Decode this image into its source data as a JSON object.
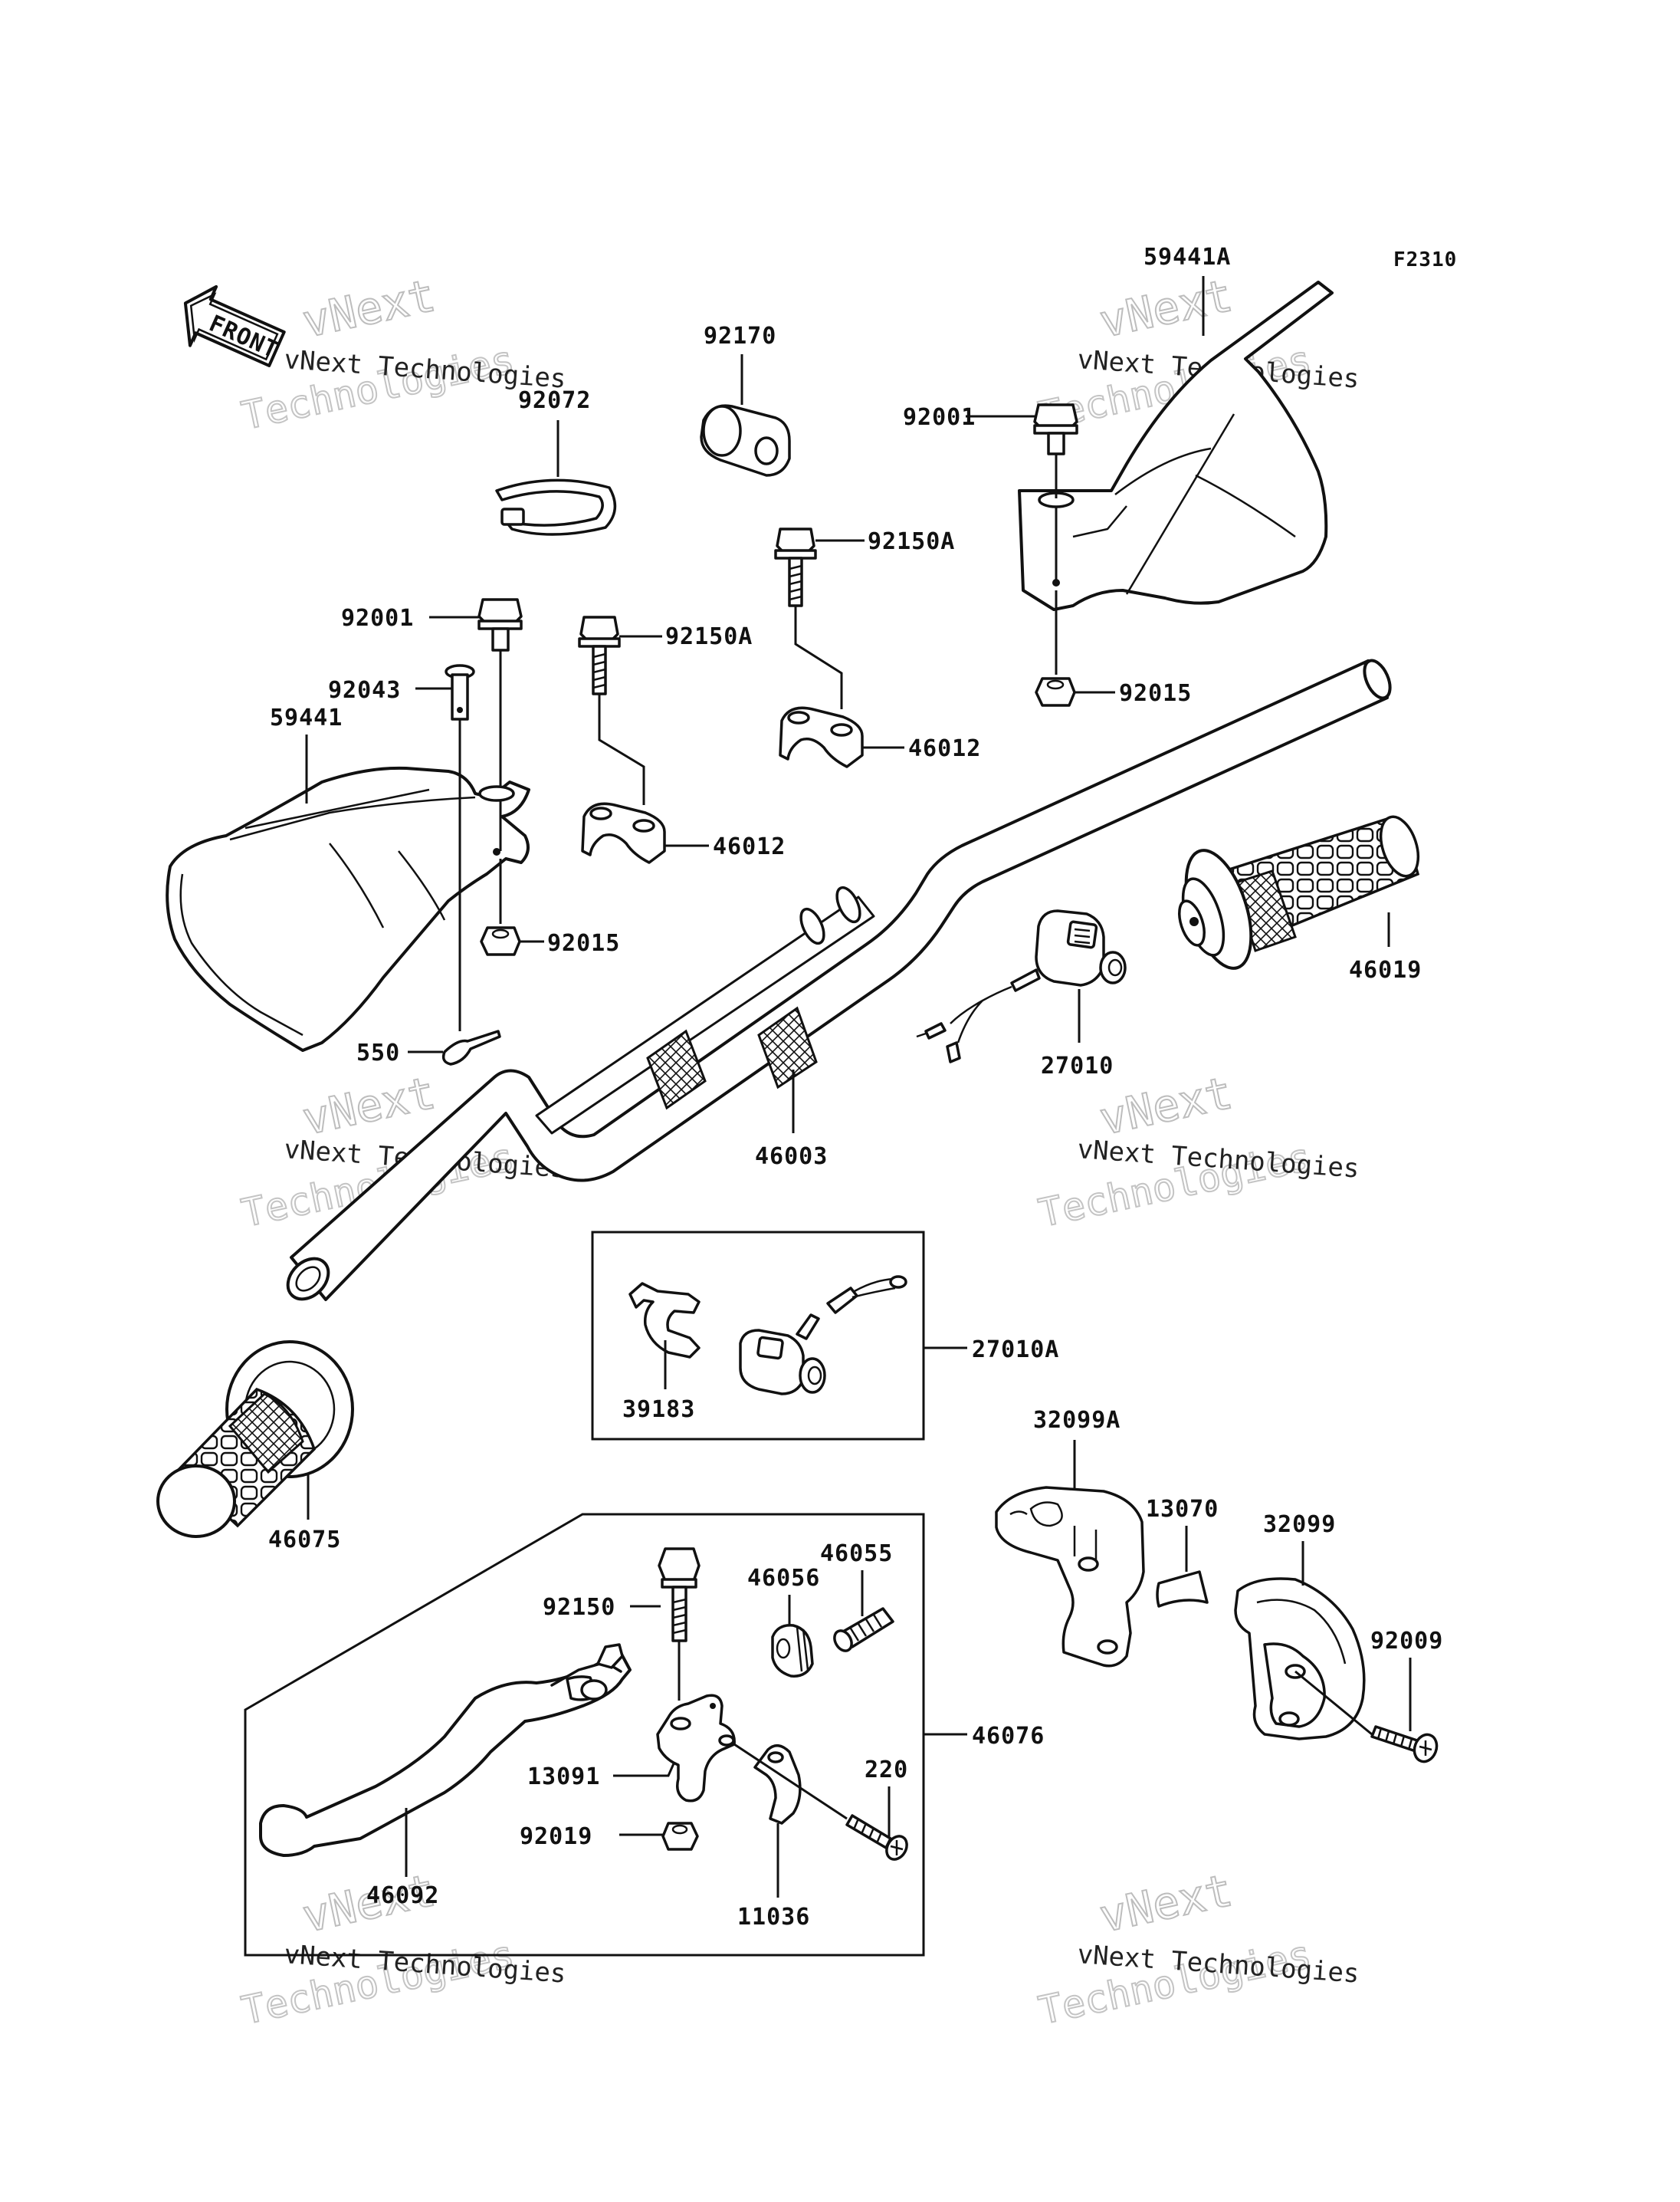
{
  "figure_code": "F2310",
  "front_label": "FRONT",
  "watermark": {
    "line1": "vNext Technologies",
    "line2": "vNext",
    "line3": "Technologies"
  },
  "part_numbers": {
    "p59441A": "59441A",
    "p92170": "92170",
    "p92072": "92072",
    "p92001_top": "92001",
    "p92150A_top": "92150A",
    "p92015_top": "92015",
    "p46012_top": "46012",
    "p92001": "92001",
    "p92150A": "92150A",
    "p92043": "92043",
    "p59441": "59441",
    "p46012": "46012",
    "p92015": "92015",
    "p46019": "46019",
    "p550": "550",
    "p27010": "27010",
    "p46003": "46003",
    "p27010A": "27010A",
    "p39183": "39183",
    "p32099A": "32099A",
    "p46075": "46075",
    "p13070": "13070",
    "p32099": "32099",
    "p46055": "46055",
    "p92150": "92150",
    "p46056": "46056",
    "p92009": "92009",
    "p46076": "46076",
    "p220": "220",
    "p13091": "13091",
    "p92019": "92019",
    "p46092": "46092",
    "p11036": "11036"
  }
}
